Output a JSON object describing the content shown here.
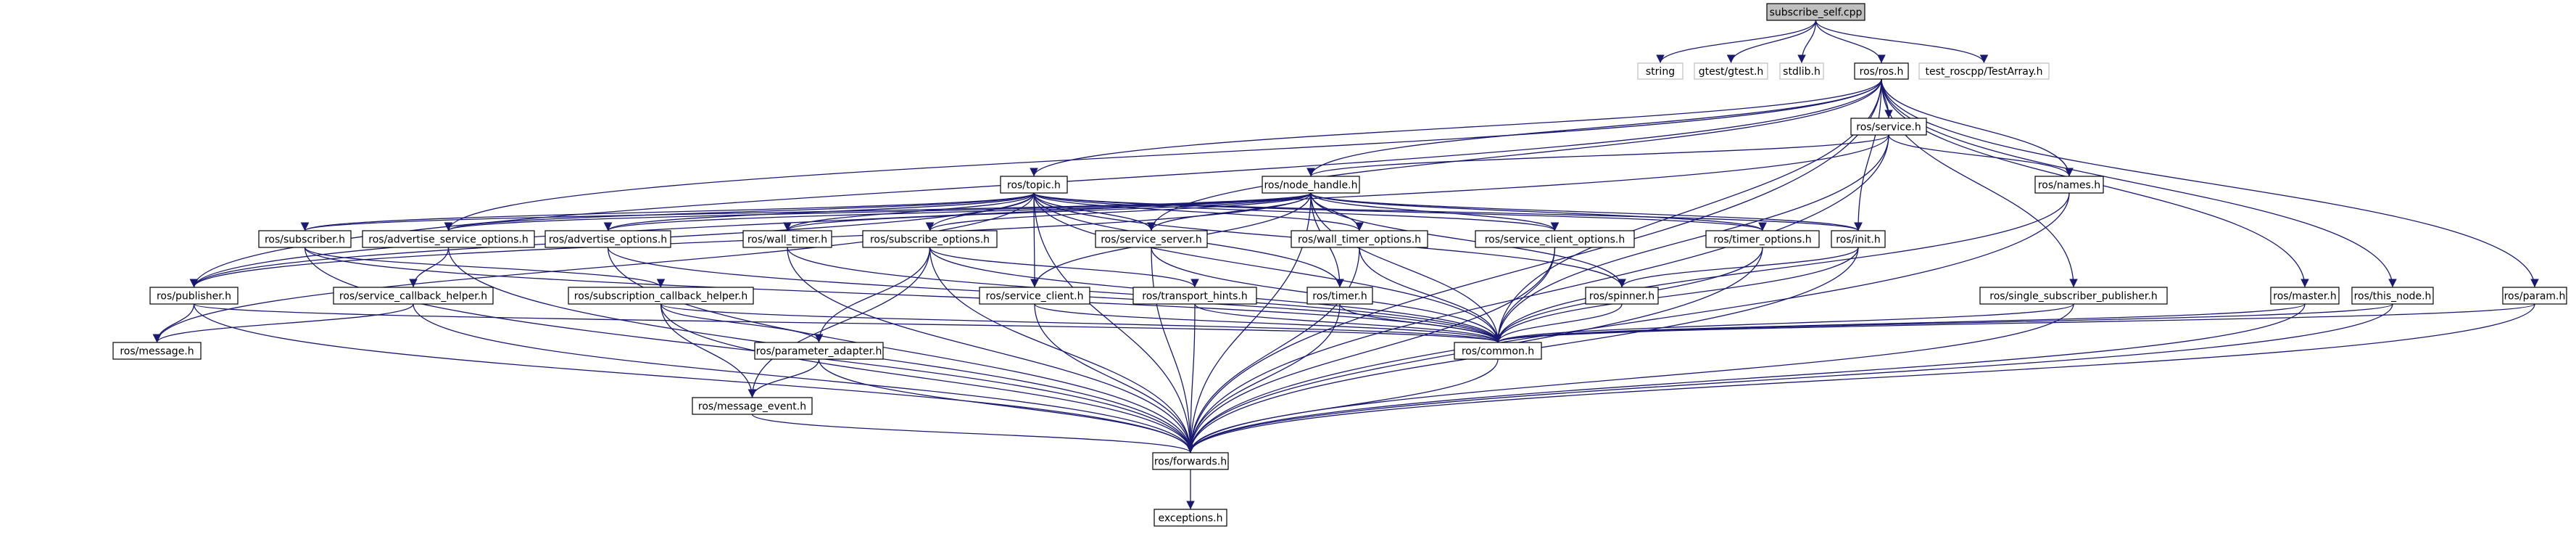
{
  "graph": {
    "edge_color": "#191970",
    "root_fill": "#bfbfbf",
    "nodes": [
      {
        "id": "subscribe_self",
        "label": "subscribe_self.cpp",
        "kind": "root"
      },
      {
        "id": "string",
        "label": "string",
        "kind": "external"
      },
      {
        "id": "gtest",
        "label": "gtest/gtest.h",
        "kind": "external"
      },
      {
        "id": "stdlib",
        "label": "stdlib.h",
        "kind": "external"
      },
      {
        "id": "ros",
        "label": "ros/ros.h",
        "kind": "header"
      },
      {
        "id": "testarray",
        "label": "test_roscpp/TestArray.h",
        "kind": "external"
      },
      {
        "id": "service",
        "label": "ros/service.h",
        "kind": "header"
      },
      {
        "id": "topic",
        "label": "ros/topic.h",
        "kind": "header"
      },
      {
        "id": "node_handle",
        "label": "ros/node_handle.h",
        "kind": "header"
      },
      {
        "id": "names",
        "label": "ros/names.h",
        "kind": "header"
      },
      {
        "id": "subscriber",
        "label": "ros/subscriber.h",
        "kind": "header"
      },
      {
        "id": "adv_srv_opts",
        "label": "ros/advertise_service_options.h",
        "kind": "header"
      },
      {
        "id": "adv_opts",
        "label": "ros/advertise_options.h",
        "kind": "header"
      },
      {
        "id": "wall_timer",
        "label": "ros/wall_timer.h",
        "kind": "header"
      },
      {
        "id": "sub_opts",
        "label": "ros/subscribe_options.h",
        "kind": "header"
      },
      {
        "id": "service_server",
        "label": "ros/service_server.h",
        "kind": "header"
      },
      {
        "id": "wall_timer_opts",
        "label": "ros/wall_timer_options.h",
        "kind": "header"
      },
      {
        "id": "svc_client_opts",
        "label": "ros/service_client_options.h",
        "kind": "header"
      },
      {
        "id": "timer_opts",
        "label": "ros/timer_options.h",
        "kind": "header"
      },
      {
        "id": "init",
        "label": "ros/init.h",
        "kind": "header"
      },
      {
        "id": "publisher",
        "label": "ros/publisher.h",
        "kind": "header"
      },
      {
        "id": "svc_cb_helper",
        "label": "ros/service_callback_helper.h",
        "kind": "header"
      },
      {
        "id": "sub_cb_helper",
        "label": "ros/subscription_callback_helper.h",
        "kind": "header"
      },
      {
        "id": "service_client",
        "label": "ros/service_client.h",
        "kind": "header"
      },
      {
        "id": "transport_hints",
        "label": "ros/transport_hints.h",
        "kind": "header"
      },
      {
        "id": "timer",
        "label": "ros/timer.h",
        "kind": "header"
      },
      {
        "id": "spinner",
        "label": "ros/spinner.h",
        "kind": "header"
      },
      {
        "id": "single_sub_pub",
        "label": "ros/single_subscriber_publisher.h",
        "kind": "header"
      },
      {
        "id": "master",
        "label": "ros/master.h",
        "kind": "header"
      },
      {
        "id": "this_node",
        "label": "ros/this_node.h",
        "kind": "header"
      },
      {
        "id": "param",
        "label": "ros/param.h",
        "kind": "header"
      },
      {
        "id": "message",
        "label": "ros/message.h",
        "kind": "header"
      },
      {
        "id": "param_adapter",
        "label": "ros/parameter_adapter.h",
        "kind": "header"
      },
      {
        "id": "common",
        "label": "ros/common.h",
        "kind": "header"
      },
      {
        "id": "message_event",
        "label": "ros/message_event.h",
        "kind": "header"
      },
      {
        "id": "forwards",
        "label": "ros/forwards.h",
        "kind": "header"
      },
      {
        "id": "exceptions",
        "label": "exceptions.h",
        "kind": "header"
      }
    ],
    "edges": [
      [
        "subscribe_self",
        "string"
      ],
      [
        "subscribe_self",
        "gtest"
      ],
      [
        "subscribe_self",
        "stdlib"
      ],
      [
        "subscribe_self",
        "ros"
      ],
      [
        "subscribe_self",
        "testarray"
      ],
      [
        "ros",
        "service"
      ],
      [
        "ros",
        "topic"
      ],
      [
        "ros",
        "node_handle"
      ],
      [
        "ros",
        "names"
      ],
      [
        "ros",
        "publisher"
      ],
      [
        "ros",
        "adv_srv_opts"
      ],
      [
        "ros",
        "init"
      ],
      [
        "ros",
        "common"
      ],
      [
        "ros",
        "single_sub_pub"
      ],
      [
        "ros",
        "master"
      ],
      [
        "ros",
        "this_node"
      ],
      [
        "ros",
        "param"
      ],
      [
        "ros",
        "service_server"
      ],
      [
        "ros",
        "forwards"
      ],
      [
        "service",
        "names"
      ],
      [
        "service",
        "node_handle"
      ],
      [
        "service",
        "common"
      ],
      [
        "service",
        "forwards"
      ],
      [
        "service",
        "publisher"
      ],
      [
        "names",
        "common"
      ],
      [
        "names",
        "forwards"
      ],
      [
        "topic",
        "subscriber"
      ],
      [
        "topic",
        "adv_srv_opts"
      ],
      [
        "topic",
        "adv_opts"
      ],
      [
        "topic",
        "wall_timer"
      ],
      [
        "topic",
        "sub_opts"
      ],
      [
        "topic",
        "service_server"
      ],
      [
        "topic",
        "wall_timer_opts"
      ],
      [
        "topic",
        "svc_client_opts"
      ],
      [
        "topic",
        "timer_opts"
      ],
      [
        "topic",
        "init"
      ],
      [
        "topic",
        "publisher"
      ],
      [
        "topic",
        "message"
      ],
      [
        "topic",
        "service_client"
      ],
      [
        "topic",
        "common"
      ],
      [
        "topic",
        "forwards"
      ],
      [
        "topic",
        "timer"
      ],
      [
        "topic",
        "spinner"
      ],
      [
        "node_handle",
        "subscriber"
      ],
      [
        "node_handle",
        "adv_srv_opts"
      ],
      [
        "node_handle",
        "adv_opts"
      ],
      [
        "node_handle",
        "wall_timer"
      ],
      [
        "node_handle",
        "sub_opts"
      ],
      [
        "node_handle",
        "service_server"
      ],
      [
        "node_handle",
        "wall_timer_opts"
      ],
      [
        "node_handle",
        "svc_client_opts"
      ],
      [
        "node_handle",
        "timer_opts"
      ],
      [
        "node_handle",
        "init"
      ],
      [
        "node_handle",
        "publisher"
      ],
      [
        "node_handle",
        "service_client"
      ],
      [
        "node_handle",
        "timer"
      ],
      [
        "node_handle",
        "spinner"
      ],
      [
        "node_handle",
        "common"
      ],
      [
        "node_handle",
        "forwards"
      ],
      [
        "subscriber",
        "sub_cb_helper"
      ],
      [
        "subscriber",
        "common"
      ],
      [
        "subscriber",
        "forwards"
      ],
      [
        "adv_srv_opts",
        "svc_cb_helper"
      ],
      [
        "adv_srv_opts",
        "forwards"
      ],
      [
        "adv_opts",
        "common"
      ],
      [
        "adv_opts",
        "forwards"
      ],
      [
        "wall_timer",
        "common"
      ],
      [
        "wall_timer",
        "forwards"
      ],
      [
        "sub_opts",
        "transport_hints"
      ],
      [
        "sub_opts",
        "param_adapter"
      ],
      [
        "sub_opts",
        "message_event"
      ],
      [
        "sub_opts",
        "common"
      ],
      [
        "sub_opts",
        "forwards"
      ],
      [
        "service_server",
        "common"
      ],
      [
        "service_server",
        "forwards"
      ],
      [
        "wall_timer_opts",
        "common"
      ],
      [
        "wall_timer_opts",
        "forwards"
      ],
      [
        "svc_client_opts",
        "common"
      ],
      [
        "svc_client_opts",
        "forwards"
      ],
      [
        "timer_opts",
        "common"
      ],
      [
        "timer_opts",
        "forwards"
      ],
      [
        "init",
        "spinner"
      ],
      [
        "init",
        "common"
      ],
      [
        "init",
        "forwards"
      ],
      [
        "publisher",
        "message"
      ],
      [
        "publisher",
        "common"
      ],
      [
        "publisher",
        "forwards"
      ],
      [
        "svc_cb_helper",
        "message"
      ],
      [
        "svc_cb_helper",
        "forwards"
      ],
      [
        "sub_cb_helper",
        "param_adapter"
      ],
      [
        "sub_cb_helper",
        "message_event"
      ],
      [
        "sub_cb_helper",
        "common"
      ],
      [
        "sub_cb_helper",
        "forwards"
      ],
      [
        "service_client",
        "common"
      ],
      [
        "service_client",
        "forwards"
      ],
      [
        "transport_hints",
        "common"
      ],
      [
        "transport_hints",
        "forwards"
      ],
      [
        "timer",
        "common"
      ],
      [
        "timer",
        "forwards"
      ],
      [
        "spinner",
        "common"
      ],
      [
        "single_sub_pub",
        "common"
      ],
      [
        "single_sub_pub",
        "forwards"
      ],
      [
        "master",
        "common"
      ],
      [
        "master",
        "forwards"
      ],
      [
        "this_node",
        "common"
      ],
      [
        "this_node",
        "forwards"
      ],
      [
        "param",
        "common"
      ],
      [
        "param",
        "forwards"
      ],
      [
        "param_adapter",
        "message_event"
      ],
      [
        "param_adapter",
        "forwards"
      ],
      [
        "message_event",
        "forwards"
      ],
      [
        "common",
        "forwards"
      ],
      [
        "forwards",
        "exceptions"
      ]
    ]
  }
}
